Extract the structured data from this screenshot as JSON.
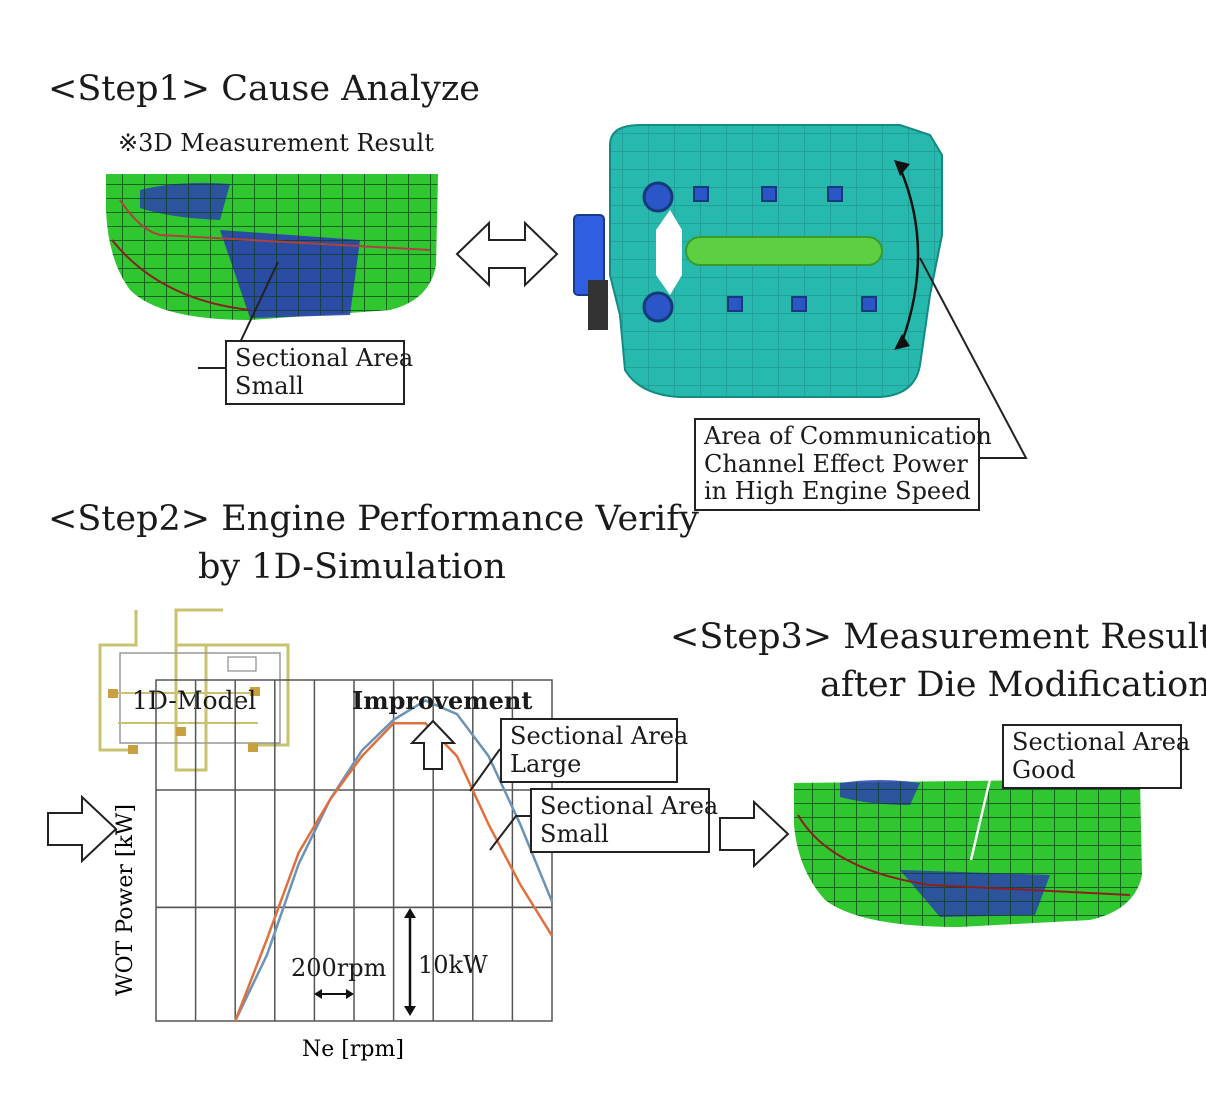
{
  "step1": {
    "title": "<Step1> Cause Analyze",
    "subtitle": "※3D Measurement Result",
    "callout_line1": "Sectional Area",
    "callout_line2": "Small",
    "channel_line1": "Area of Communication",
    "channel_line2": "Channel Effect Power",
    "channel_line3": "in High Engine Speed"
  },
  "step2": {
    "title_line1": "<Step2> Engine Performance Verify",
    "title_line2": "by 1D-Simulation",
    "model_label": "1D-Model",
    "improvement": "Improvement",
    "large_line1": "Sectional Area",
    "large_line2": "Large",
    "small_line1": "Sectional Area",
    "small_line2": "Small",
    "rpm_label": "200rpm",
    "kw_label": "10kW"
  },
  "step3": {
    "title_line1": "<Step3> Measurement Result",
    "title_line2": "after Die Modification",
    "callout_line1": "Sectional Area",
    "callout_line2": "Good"
  },
  "chart_data": {
    "type": "line",
    "xlabel": "Ne [rpm]",
    "ylabel": "WOT Power [kW]",
    "x": [
      0,
      1,
      2,
      3,
      4,
      5,
      6,
      7,
      8,
      9,
      10
    ],
    "xlim": [
      0,
      10
    ],
    "ylim": [
      0,
      3
    ],
    "grid": true,
    "series": [
      {
        "name": "Sectional Area Large",
        "color": "#6b93b8",
        "values": [
          0.0,
          0.58,
          1.38,
          1.95,
          2.38,
          2.65,
          2.82,
          2.7,
          2.33,
          1.73,
          1.05
        ]
      },
      {
        "name": "Sectional Area Small",
        "color": "#e0703e",
        "values": [
          0.0,
          0.72,
          1.48,
          1.95,
          2.33,
          2.62,
          2.62,
          2.33,
          1.73,
          1.2,
          0.75
        ]
      }
    ]
  },
  "colors": {
    "scan_green": "#2fc62f",
    "scan_blue": "#2a3fb0",
    "manifold_teal": "#27b9ad",
    "runner_green": "#5ccf42",
    "throttle_blue": "#2f5fe0",
    "model_yellow": "#c8c270"
  },
  "icons": [
    "double-arrow-icon",
    "right-arrow-icon",
    "up-arrow-icon"
  ]
}
